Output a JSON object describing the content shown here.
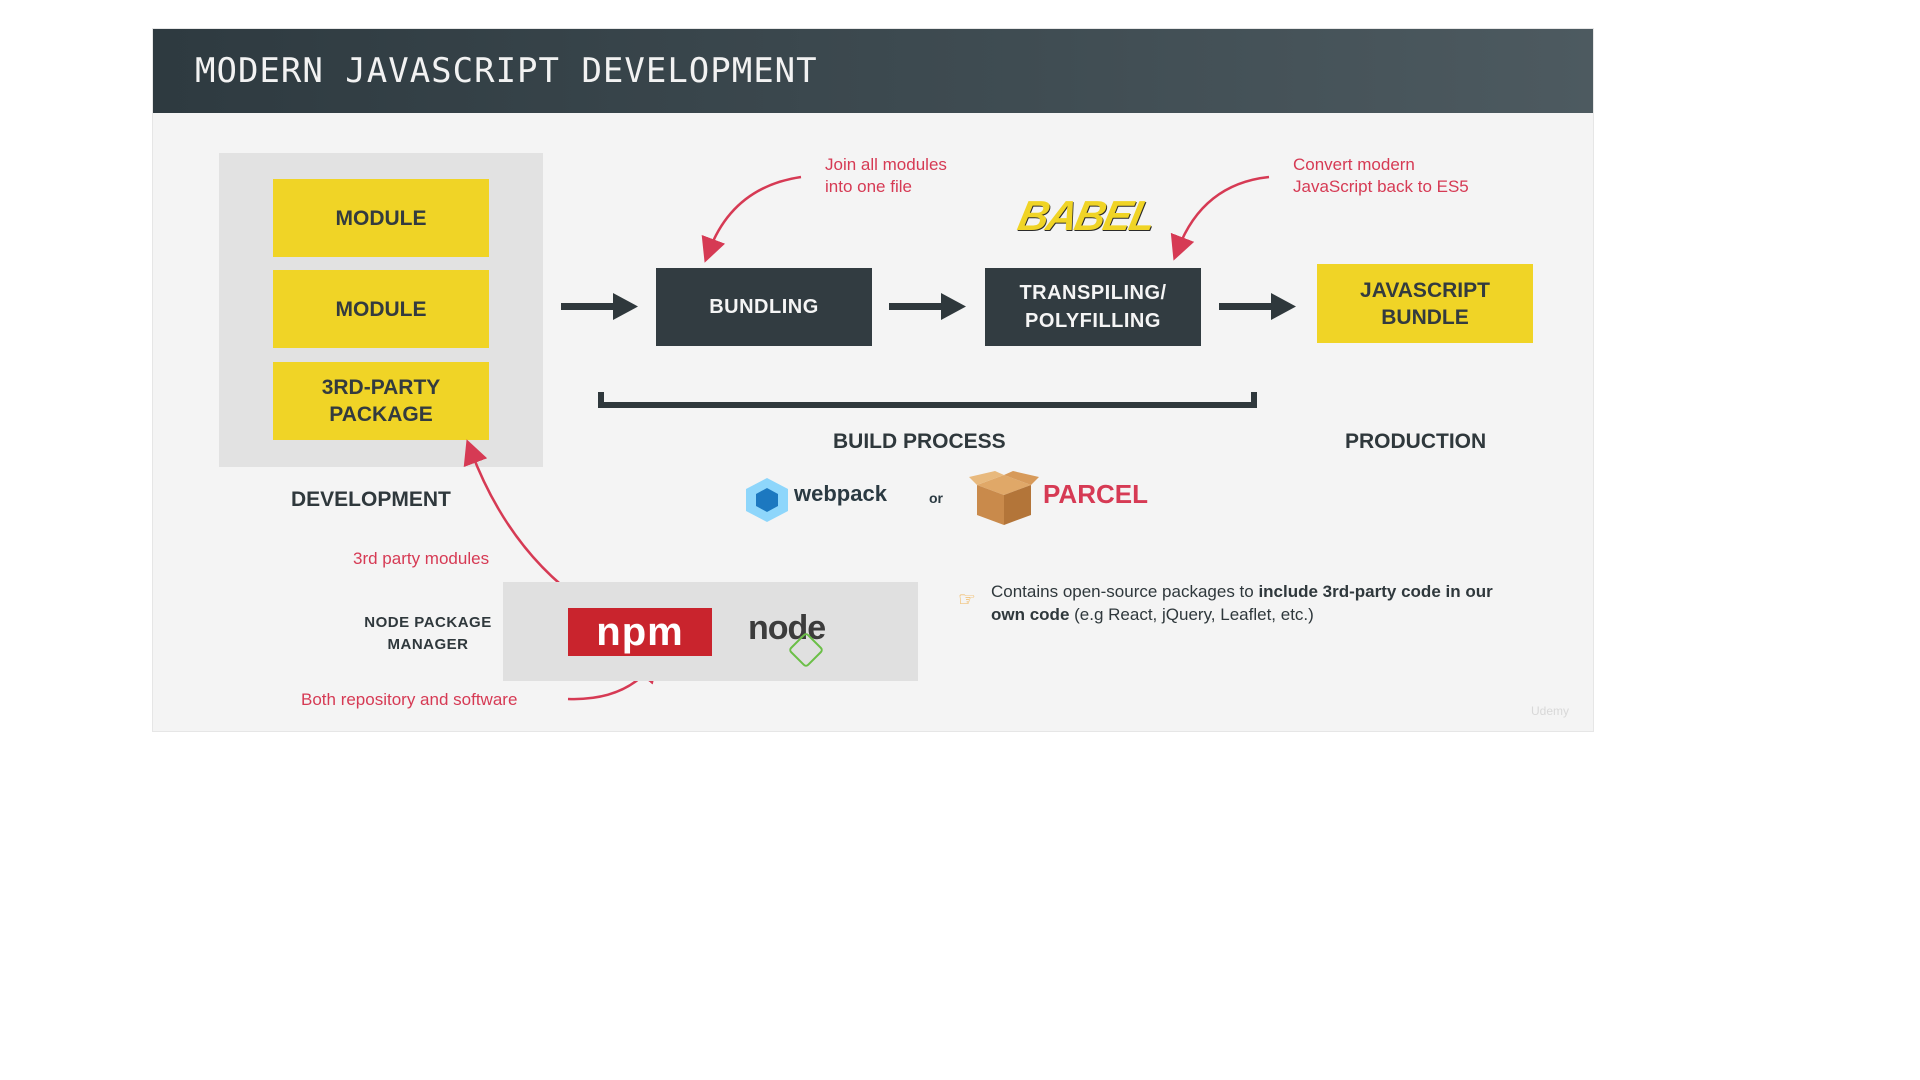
{
  "header": {
    "title": "MODERN JAVASCRIPT DEVELOPMENT"
  },
  "development": {
    "boxes": [
      "MODULE",
      "MODULE",
      "3RD-PARTY\nPACKAGE"
    ],
    "label": "DEVELOPMENT"
  },
  "build": {
    "bundling": "BUNDLING",
    "transpiling": "TRANSPILING/\nPOLYFILLING",
    "label": "BUILD PROCESS"
  },
  "production": {
    "bundle": "JAVASCRIPT\nBUNDLE",
    "label": "PRODUCTION"
  },
  "notes": {
    "bundling": "Join all modules\ninto one file",
    "transpiling": "Convert modern\nJavaScript back to ES5",
    "third_party": "3rd party modules",
    "npm": "Both repository and software"
  },
  "tools": {
    "webpack": "webpack",
    "or": "or",
    "parcel": "PARCEL",
    "babel": "BABEL"
  },
  "npm": {
    "label": "NODE PACKAGE\nMANAGER",
    "logo": "npm",
    "node": "node"
  },
  "contains": {
    "part1": "Contains open-source packages to ",
    "part2_bold": "include 3rd-party code in our own code",
    "part3": " (e.g React, jQuery, Leaflet, etc.)"
  },
  "watermark": "Udemy",
  "colors": {
    "accent_yellow": "#f0d426",
    "dark": "#323c41",
    "annotation_red": "#d63a54"
  }
}
